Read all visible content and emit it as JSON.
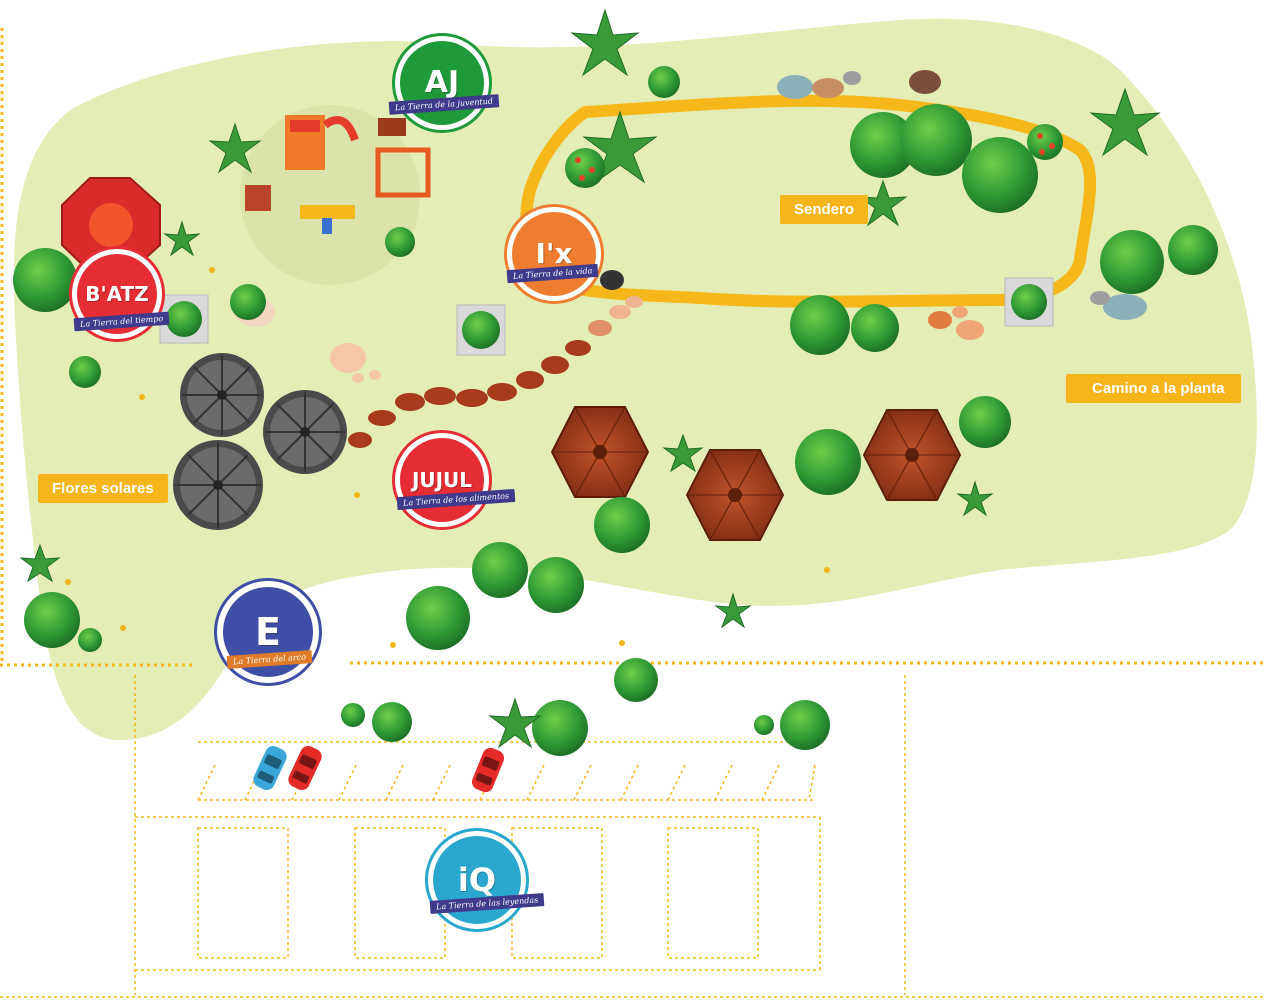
{
  "labels": {
    "sendero": "Sendero",
    "camino": "Camino a la planta",
    "flores": "Flores solares"
  },
  "badges": {
    "aj": {
      "title": "AJ",
      "subtitle": "La Tierra de la juventud",
      "color": "#1f9a3a",
      "ring": "#1f9a3a"
    },
    "ix": {
      "title": "I'x",
      "subtitle": "La Tierra de la vida",
      "color": "#ef7d2f",
      "ring": "#ef7d2f"
    },
    "batz": {
      "title": "B'ATZ",
      "subtitle": "La Tierra del tiempo",
      "color": "#e62d35",
      "ring": "#e62d35"
    },
    "jujul": {
      "title": "JUJUL",
      "subtitle": "La Tierra de los alimentos",
      "color": "#e62d35",
      "ring": "#e62d35"
    },
    "e": {
      "title": "E",
      "subtitle": "La Tierra del arco",
      "color": "#3f4fa6",
      "ring": "#3f4fa6"
    },
    "iq": {
      "title": "iQ",
      "subtitle": "La Tierra de las leyendas",
      "color": "#2aa7cf",
      "ring": "#2aa7cf"
    }
  },
  "colors": {
    "park": "#e3edb5",
    "path": "#f6b71a",
    "tree": "#2f8f2f",
    "tree_light": "#5fbf3f",
    "kiosk": "#9c3a1e",
    "stone": "#b9502b",
    "boundary": "#f6b71a"
  }
}
